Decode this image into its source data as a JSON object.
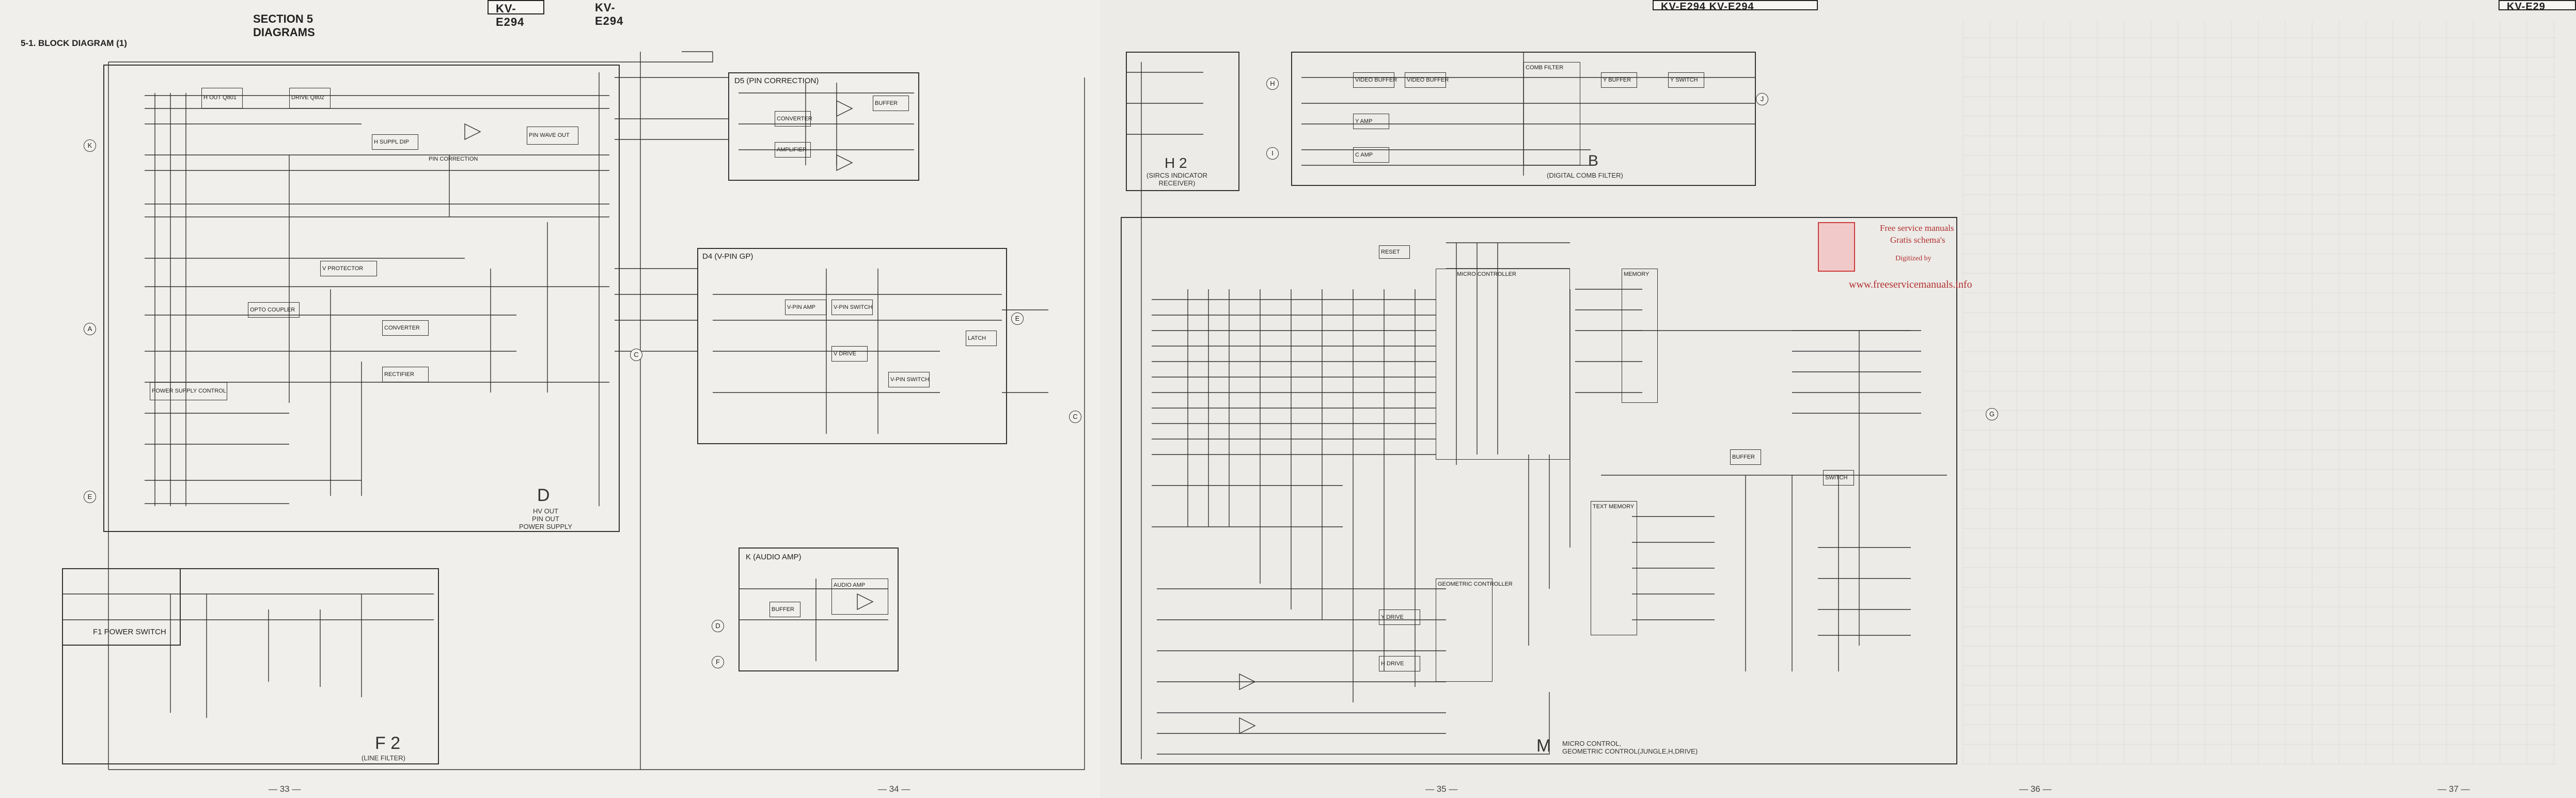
{
  "header": {
    "model_left_1": "KV-E294",
    "model_left_2": "KV-E294",
    "model_right": "KV-E294  KV-E294",
    "model_far_right": "KV-E29"
  },
  "section": {
    "line1": "SECTION 5",
    "line2": "DIAGRAMS"
  },
  "block_title": "5-1. BLOCK DIAGRAM (1)",
  "boards": {
    "d": {
      "letter": "D",
      "sub": "HV OUT\nPIN OUT\nPOWER SUPPLY"
    },
    "d5": {
      "label": "D5 (PIN CORRECTION)"
    },
    "d4": {
      "label": "D4 (V-PIN GP)"
    },
    "f1": {
      "label": "F1 POWER SWITCH"
    },
    "f2": {
      "letter": "F 2",
      "sub": "(LINE FILTER)"
    },
    "k": {
      "label": "K (AUDIO AMP)"
    },
    "h2": {
      "letter": "H 2",
      "sub": "(SIRCS INDICATOR\nRECEIVER)"
    },
    "b": {
      "letter": "B",
      "sub": "(DIGITAL COMB FILTER)"
    },
    "m": {
      "letter": "M",
      "sub": "MICRO CONTROL,\nGEOMETRIC CONTROL(JUNGLE,H,DRIVE)"
    }
  },
  "connectors": [
    "K",
    "A",
    "E",
    "C",
    "D",
    "F",
    "H",
    "I",
    "J",
    "G",
    "C",
    "E"
  ],
  "chips": {
    "d_board": [
      "H OUT Q801",
      "DRIVE Q802",
      "H SUPPL DIP",
      "PIN CORRECTION",
      "PIN WAVE OUT",
      "V PROTECTOR",
      "OPTO COUPLER",
      "CONVERTER",
      "RECTIFIER",
      "POWER SUPPLY CONTROL"
    ],
    "d5_board": [
      "CONVERTER",
      "AMPLIFIER",
      "BUFFER"
    ],
    "d4_board": [
      "V-PIN AMP",
      "V-PIN SWITCH",
      "V DRIVE",
      "V-PIN SWITCH",
      "LATCH"
    ],
    "k_board": [
      "AUDIO AMP",
      "BUFFER"
    ],
    "b_board": [
      "VIDEO BUFFER",
      "VIDEO BUFFER",
      "Y AMP",
      "Y BUFFER",
      "C AMP",
      "Y SWITCH",
      "COMB FILTER"
    ],
    "m_board": [
      "RESET",
      "MICRO CONTROLLER",
      "MEMORY",
      "BUFFER",
      "SWITCH",
      "TEXT MEMORY",
      "GEOMETRIC CONTROLLER",
      "Y DRIVE",
      "H DRIVE"
    ]
  },
  "watermark": {
    "line1": "Free service manuals",
    "line2": "Gratis schema's",
    "line3": "Digitized by",
    "url": "www.freeservicemanuals.info"
  },
  "page_numbers": [
    "— 33 —",
    "— 34 —",
    "— 35 —",
    "— 36 —",
    "— 37 —"
  ]
}
